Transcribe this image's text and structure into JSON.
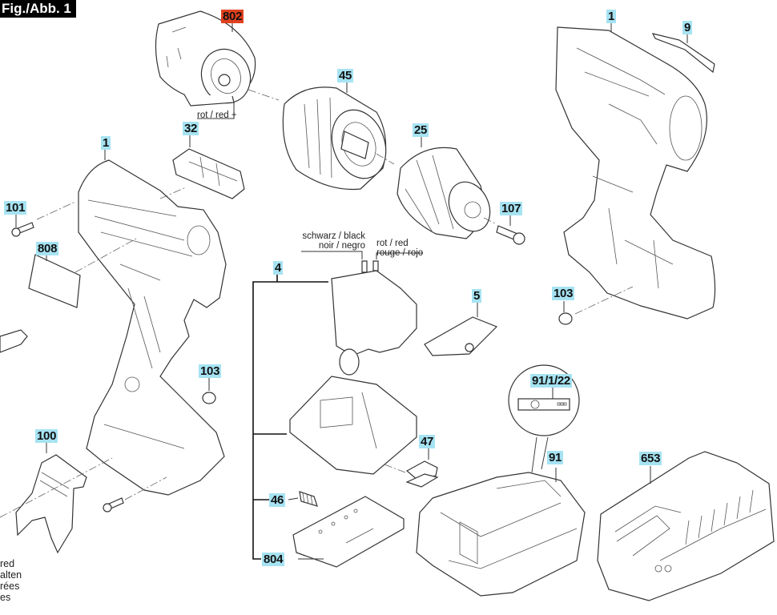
{
  "figure": {
    "title": "Fig./Abb. 1"
  },
  "labels": {
    "motor": "802",
    "cable_note_motor": "rot / red +",
    "gearbox": "45",
    "chuck": "25",
    "chuck_screw": "107",
    "housing_right": "1",
    "nameplate_strip": "9",
    "nut_right": "103",
    "housing_left": "1",
    "brush_cover": "32",
    "screw_left": "101",
    "label_plate": "808",
    "nut_left": "103",
    "belt_clip": "100",
    "switch_assembly": "4",
    "switch_note_black_1": "schwarz / black",
    "switch_note_black_2": "noir / negro",
    "switch_note_red_1": "rot / red",
    "switch_note_red_2": "rouge / rojo",
    "direction_slider": "5",
    "pad": "47",
    "spring": "46",
    "battery_contact_plate": "804",
    "battery_label": "91/1/22",
    "battery": "91",
    "charger": "653"
  },
  "footnote_fragments": [
    "red",
    "alten",
    "rées",
    "es"
  ],
  "colors": {
    "label_highlight": "#a6e3f2",
    "label_highlight_red": "#e0401f",
    "title_bg": "#000000"
  }
}
